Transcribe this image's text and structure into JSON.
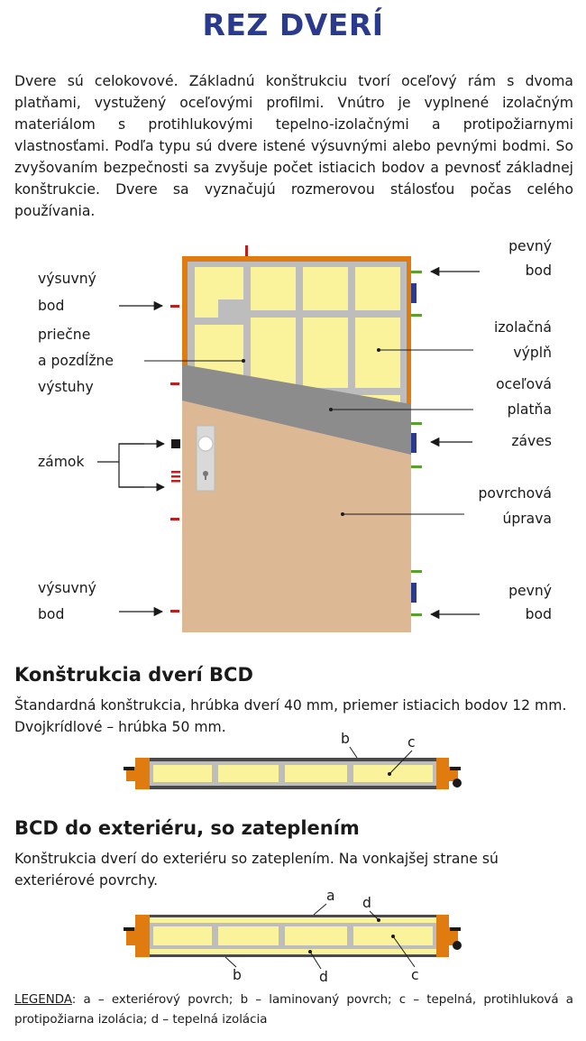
{
  "title": "REZ DVERÍ",
  "intro": "Dvere sú celokovové. Základnú konštrukciu tvorí oceľový rám s dvoma platňami, vystužený oceľovými profilmi. Vnútro je vyplnené izolačným materiálom s protihlukovými tepelno-izolačnými a protipožiarnymi vlastnosťami. Podľa typu sú dvere istené výsuvnými alebo pevnými bodmi. So zvyšovaním bezpečnosti sa zvyšuje počet istiacich bodov a pevnosť základnej konštrukcie. Dvere sa vyznačujú rozmerovou stálosťou počas celého používania.",
  "diagram": {
    "labels": {
      "vysuvny_bod": [
        "výsuvný",
        "bod"
      ],
      "priecne": [
        "priečne",
        "a pozdĺžne",
        "výstuhy"
      ],
      "zamok": "zámok",
      "pevny_bod": [
        "pevný",
        "bod"
      ],
      "izolacna": [
        "izolačná",
        "výplň"
      ],
      "ocelova": [
        "oceľová",
        "platňa"
      ],
      "zaves": "záves",
      "povrchova": [
        "povrchová",
        "úprava"
      ]
    },
    "colors": {
      "frame": "#e07b10",
      "steel": "#bdbdbd",
      "plate": "#8c8c8c",
      "insulation": "#fbf29c",
      "surface": "#ddb894",
      "bolt": "#c01d1d",
      "hinge": "#2a3a8c",
      "fixed": "#5aa02c"
    }
  },
  "section_bcd": {
    "heading": "Konštrukcia dverí BCD",
    "text": "Štandardná konštrukcia, hrúbka dverí 40 mm, priemer istiacich bodov 12 mm. Dvojkrídlové – hrúbka 50 mm.",
    "letters": [
      "b",
      "c"
    ]
  },
  "section_ext": {
    "heading": "BCD do exteriéru, so zateplením",
    "text": "Konštrukcia dverí do exteriéru so zateplením. Na vonkajšej strane sú exteriérové povrchy.",
    "letters_top": [
      "a",
      "d"
    ],
    "letters_bottom": [
      "b",
      "d",
      "c"
    ]
  },
  "legend": {
    "label": "LEGENDA",
    "text": ": a – exteriérový povrch; b – laminovaný povrch; c – tepelná, protihluková a protipožiarna izolácia; d – tepelná izolácia"
  }
}
